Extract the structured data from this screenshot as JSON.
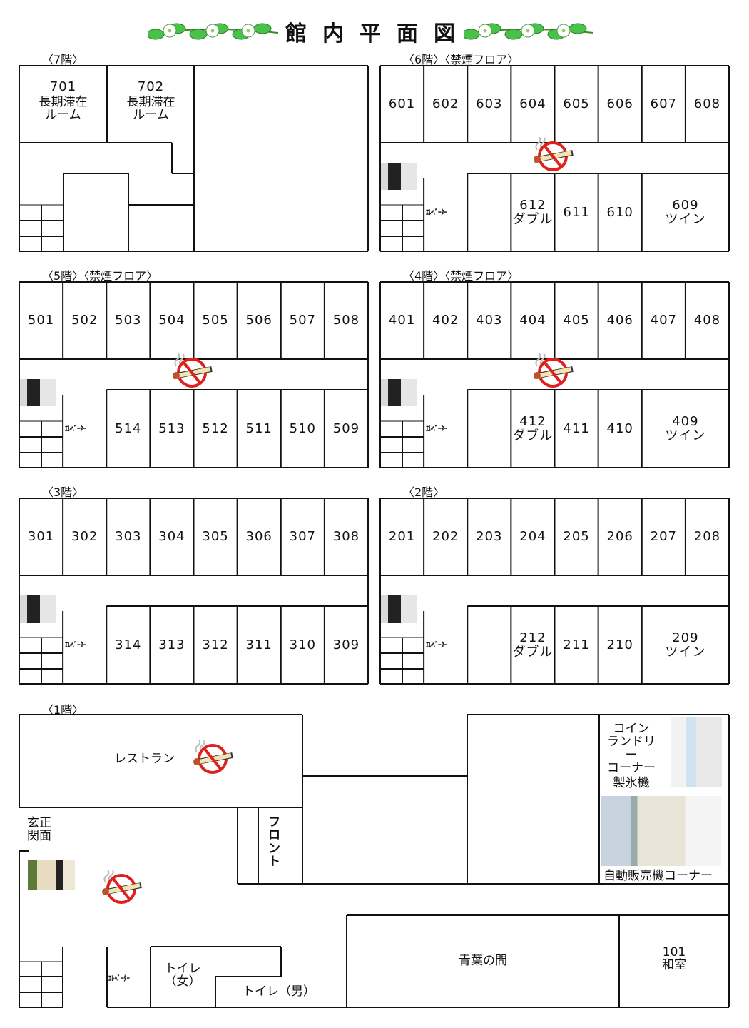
{
  "title": "館内平面図",
  "colors": {
    "wall": "#111111",
    "nosmoke": "#e0201c",
    "leaf": "#49c24a"
  },
  "floors": [
    {
      "id": "f7",
      "label": "〈7階〉",
      "rooms": [
        {
          "no": "701",
          "type": "長期滞在\nルーム"
        },
        {
          "no": "702",
          "type": "長期滞在\nルーム"
        }
      ]
    },
    {
      "id": "f6",
      "label": "〈6階〉〈禁煙フロア〉",
      "nosmoke": true,
      "elevator": "ｴﾚﾍﾞｰﾀｰ",
      "top": [
        "601",
        "602",
        "603",
        "604",
        "605",
        "606",
        "607",
        "608"
      ],
      "bottom": [
        "",
        "612\nダブル",
        "611",
        "610",
        "609\nツイン"
      ]
    },
    {
      "id": "f5",
      "label": "〈5階〉〈禁煙フロア〉",
      "nosmoke": true,
      "elevator": "ｴﾚﾍﾞｰﾀｰ",
      "top": [
        "501",
        "502",
        "503",
        "504",
        "505",
        "506",
        "507",
        "508"
      ],
      "bottom": [
        "514",
        "513",
        "512",
        "511",
        "510",
        "509"
      ]
    },
    {
      "id": "f4",
      "label": "〈4階〉〈禁煙フロア〉",
      "nosmoke": true,
      "elevator": "ｴﾚﾍﾞｰﾀｰ",
      "top": [
        "401",
        "402",
        "403",
        "404",
        "405",
        "406",
        "407",
        "408"
      ],
      "bottom": [
        "",
        "412\nダブル",
        "411",
        "410",
        "409\nツイン"
      ]
    },
    {
      "id": "f3",
      "label": "〈3階〉",
      "nosmoke": false,
      "elevator": "ｴﾚﾍﾞｰﾀｰ",
      "top": [
        "301",
        "302",
        "303",
        "304",
        "305",
        "306",
        "307",
        "308"
      ],
      "bottom": [
        "314",
        "313",
        "312",
        "311",
        "310",
        "309"
      ]
    },
    {
      "id": "f2",
      "label": "〈2階〉",
      "nosmoke": false,
      "elevator": "ｴﾚﾍﾞｰﾀｰ",
      "top": [
        "201",
        "202",
        "203",
        "204",
        "205",
        "206",
        "207",
        "208"
      ],
      "bottom": [
        "",
        "212\nダブル",
        "211",
        "210",
        "209\nツイン"
      ]
    }
  ],
  "f1": {
    "label": "〈1階〉",
    "restaurant": "レストラン",
    "entrance": "玄正\n関面",
    "front": "フ\nロ\nン\nト",
    "laundry": "コイン\nランドリー\nコーナー",
    "ice": "製氷機",
    "vending": "自動販売機コーナー",
    "elevator": "ｴﾚﾍﾞｰﾀｰ",
    "toilet_w": "トイレ\n（女）",
    "toilet_m": "トイレ（男）",
    "aoba": "青葉の間",
    "room101": "101\n和室"
  }
}
